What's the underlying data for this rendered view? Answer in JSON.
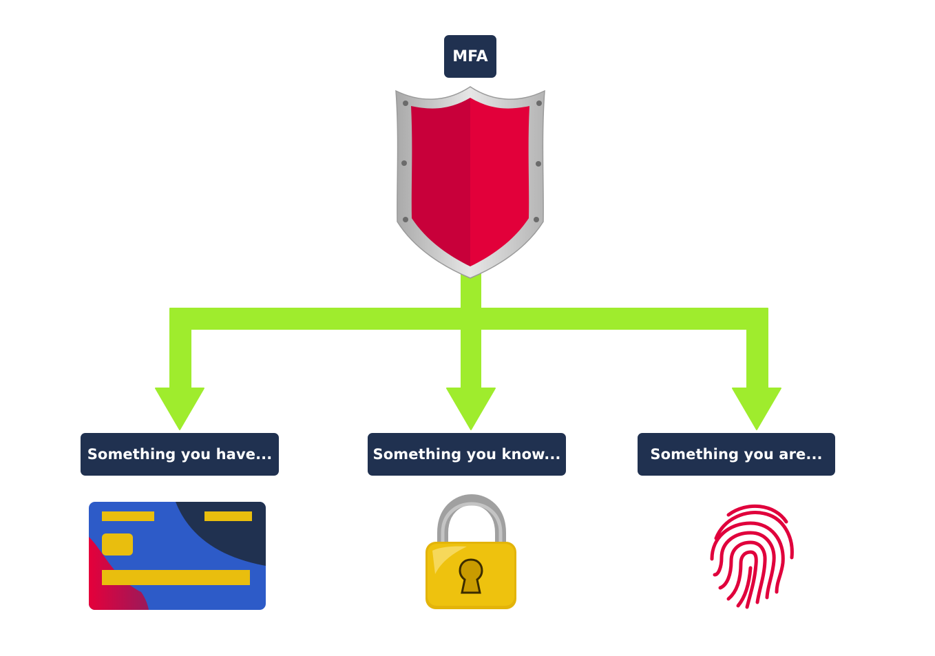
{
  "diagram": {
    "root": {
      "label": "MFA",
      "icon": "shield-icon"
    },
    "factors": [
      {
        "label": "Something you have...",
        "icon": "credit-card-icon"
      },
      {
        "label": "Something you know...",
        "icon": "padlock-icon"
      },
      {
        "label": "Something you are...",
        "icon": "fingerprint-icon"
      }
    ]
  },
  "colors": {
    "label_background": "#203150",
    "label_text": "#ffffff",
    "connector": "#9fec2d",
    "shield_red": "#e2003a",
    "shield_rim": "#c8c8c8",
    "card_blue": "#2d5bc8",
    "card_navy": "#203150",
    "card_red": "#e5003b",
    "card_yellow": "#e9be0e",
    "lock_gold": "#eabe0c",
    "lock_shackle": "#a0a0a0",
    "fingerprint_red": "#e0003c"
  }
}
